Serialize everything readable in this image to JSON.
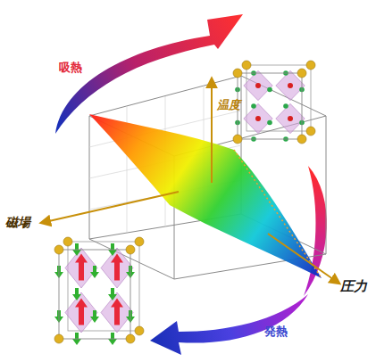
{
  "diagram": {
    "labels": [
      "吸熱",
      "温度",
      "磁場",
      "圧力",
      "発熱"
    ]
  }
}
